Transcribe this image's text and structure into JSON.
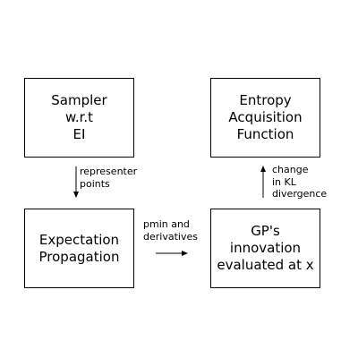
{
  "nodes": {
    "sampler": [
      "Sampler",
      "w.r.t",
      "EI"
    ],
    "entropy": [
      "Entropy",
      "Acquisition",
      "Function"
    ],
    "expectation": [
      "Expectation",
      "Propagation"
    ],
    "innovation": [
      "GP's",
      "innovation",
      "evaluated at x"
    ]
  },
  "edges": {
    "sampler_to_expectation": [
      "representer",
      "points"
    ],
    "expectation_to_innovation": [
      "pmin and",
      "derivatives"
    ],
    "innovation_to_entropy": [
      "change",
      "in KL",
      "divergence"
    ]
  }
}
